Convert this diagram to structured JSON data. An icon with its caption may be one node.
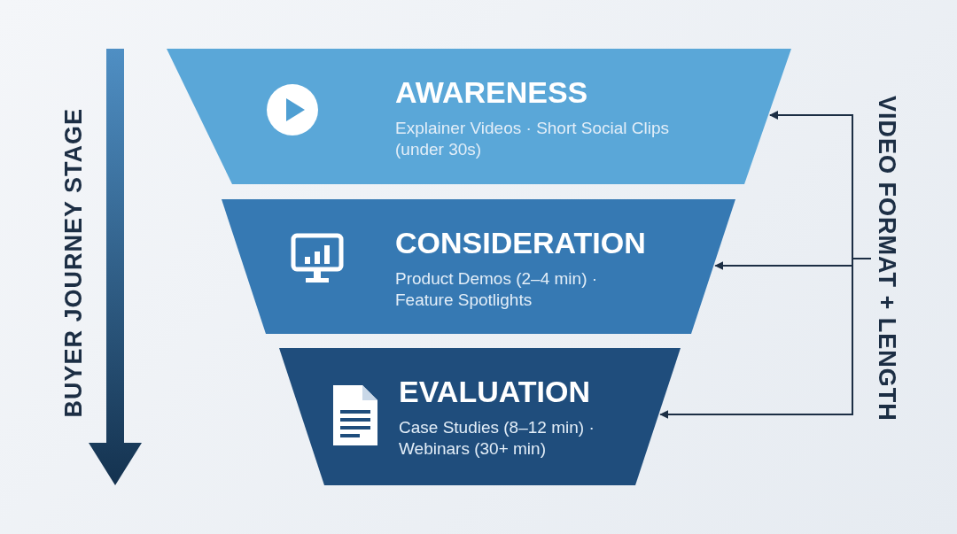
{
  "diagram": {
    "nodes": [
      {
        "text": [
          "AWARENESS",
          "Explainer Videos · Short Social Clips (under 30s)"
        ]
      },
      {
        "text": [
          "CONSIDERATION",
          "Product Demos (2–4 min) · Feature Spotlights"
        ]
      },
      {
        "text": [
          "EVALUATION",
          "Case Studies (8–12 min) · Webinars (30+ min)"
        ]
      },
      {
        "text": [
          "VIDEO FORMAT + LENGTH"
        ]
      }
    ],
    "edges": [
      {
        "from": 3,
        "to": 0,
        "arrow": "to"
      },
      {
        "from": 3,
        "to": 1,
        "arrow": "to"
      },
      {
        "from": 3,
        "to": 2,
        "arrow": "to"
      }
    ],
    "labels": [
      "BUYER JOURNEY STAGE"
    ]
  }
}
